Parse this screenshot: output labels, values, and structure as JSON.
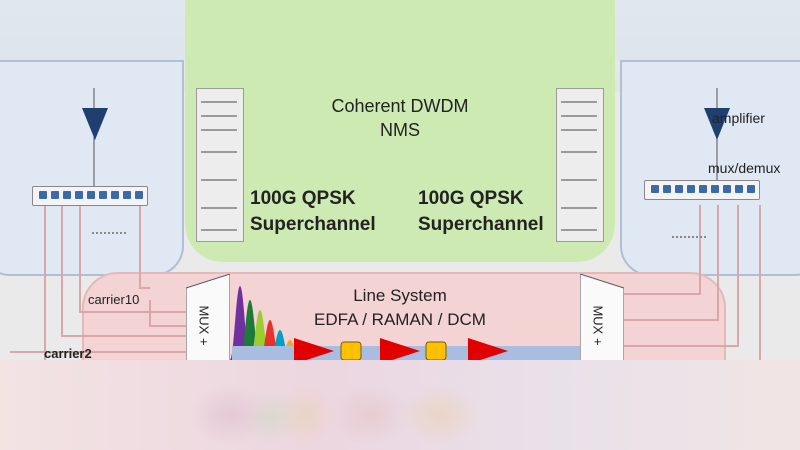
{
  "nms": {
    "line1": "Coherent DWDM",
    "line2": "NMS"
  },
  "superchannels": [
    {
      "line1": "100G QPSK",
      "line2": "Superchannel"
    },
    {
      "line1": "100G QPSK",
      "line2": "Superchannel"
    }
  ],
  "line_system": {
    "line1": "Line System",
    "line2": "EDFA / RAMAN / DCM"
  },
  "labels": {
    "amplifier": "amplifier",
    "mux_demux": "mux/demux",
    "carrier10": "carrier10",
    "carrier2": "carrier2",
    "mux_left": "MUX +",
    "mux_right": "MUX +"
  },
  "colors": {
    "nms_panel": "#cdeab3",
    "line_panel": "#f3d3d3",
    "terminal_panel": "#dfe8f3",
    "amplifier_triangle": "#1f3f70",
    "line_amp_red": "#e00000",
    "line_filter_orange": "#ffc000",
    "fiber_pink": "#d9a7a7",
    "spectrum": [
      "#7030a0",
      "#1f7a3a",
      "#9acd32",
      "#e8312d",
      "#00a0c8",
      "#f5a623"
    ]
  },
  "icons": [
    "triangle-down-icon",
    "patch-panel-icon",
    "rack-icon",
    "spectrum-icon",
    "red-triangle-icon",
    "orange-square-icon"
  ]
}
